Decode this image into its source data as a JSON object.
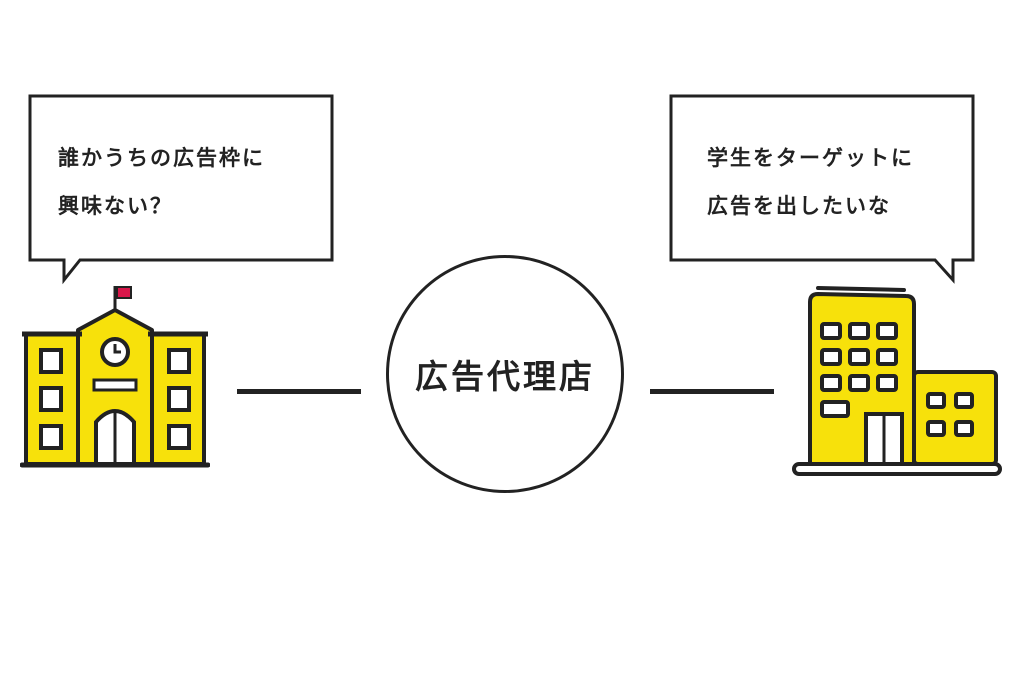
{
  "left_party": {
    "bubble_lines": [
      "誰かうちの広告枠に",
      "興味ない？"
    ],
    "icon": "school-building-icon"
  },
  "right_party": {
    "bubble_lines": [
      "学生をターゲットに",
      "広告を出したいな"
    ],
    "icon": "office-building-icon"
  },
  "center": {
    "label": "広告代理店"
  },
  "colors": {
    "accent": "#f7e10b",
    "line": "#222222",
    "flag": "#d8174a",
    "background": "#ffffff"
  }
}
